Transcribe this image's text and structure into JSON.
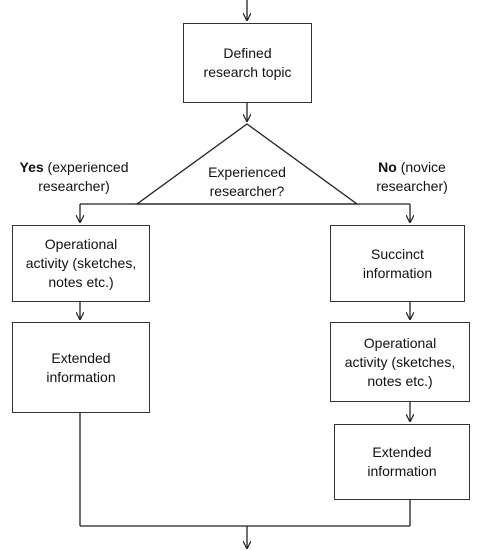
{
  "defined_topic": {
    "line1": "Defined",
    "line2": "research topic"
  },
  "decision": {
    "line1": "Experienced",
    "line2": "researcher?"
  },
  "yes_branch": {
    "label_bold": "Yes",
    "label_rest": "(experienced",
    "label_line2": "researcher)",
    "operational": {
      "line1": "Operational",
      "line2": "activity (sketches,",
      "line3": "notes etc.)"
    },
    "extended": {
      "line1": "Extended",
      "line2": "information"
    }
  },
  "no_branch": {
    "label_bold": "No",
    "label_rest": "(novice",
    "label_line2": "researcher)",
    "succinct": {
      "line1": "Succinct",
      "line2": "information"
    },
    "operational": {
      "line1": "Operational",
      "line2": "activity (sketches,",
      "line3": "notes etc.)"
    },
    "extended": {
      "line1": "Extended",
      "line2": "information"
    }
  }
}
